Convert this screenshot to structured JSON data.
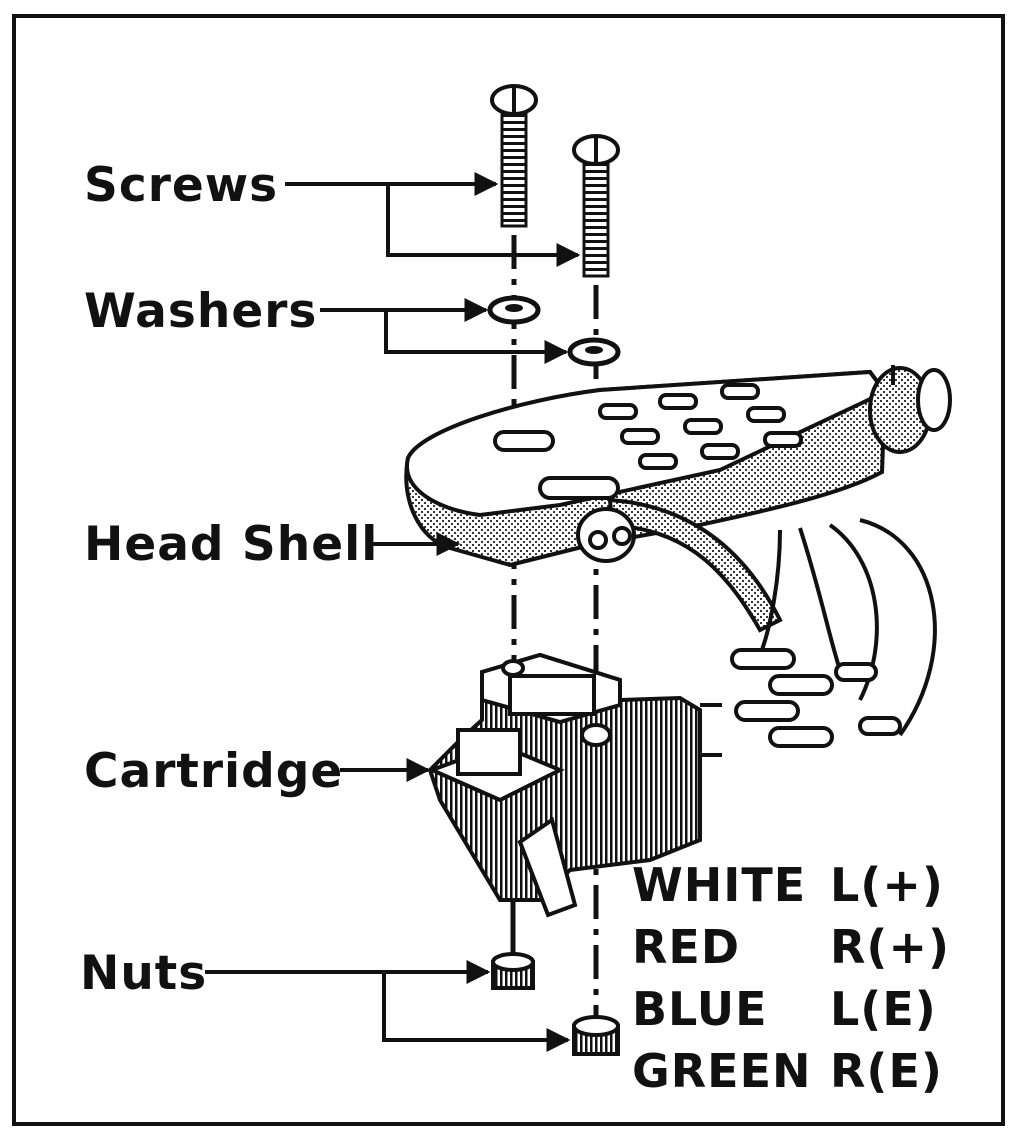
{
  "labels": {
    "screws": "Screws",
    "washers": "Washers",
    "head_shell": "Head Shell",
    "cartridge": "Cartridge",
    "nuts": "Nuts"
  },
  "wiring": [
    {
      "color": "WHITE",
      "channel": "L(+)"
    },
    {
      "color": "RED",
      "channel": "R(+)"
    },
    {
      "color": "BLUE",
      "channel": "L(E)"
    },
    {
      "color": "GREEN",
      "channel": "R(E)"
    }
  ]
}
